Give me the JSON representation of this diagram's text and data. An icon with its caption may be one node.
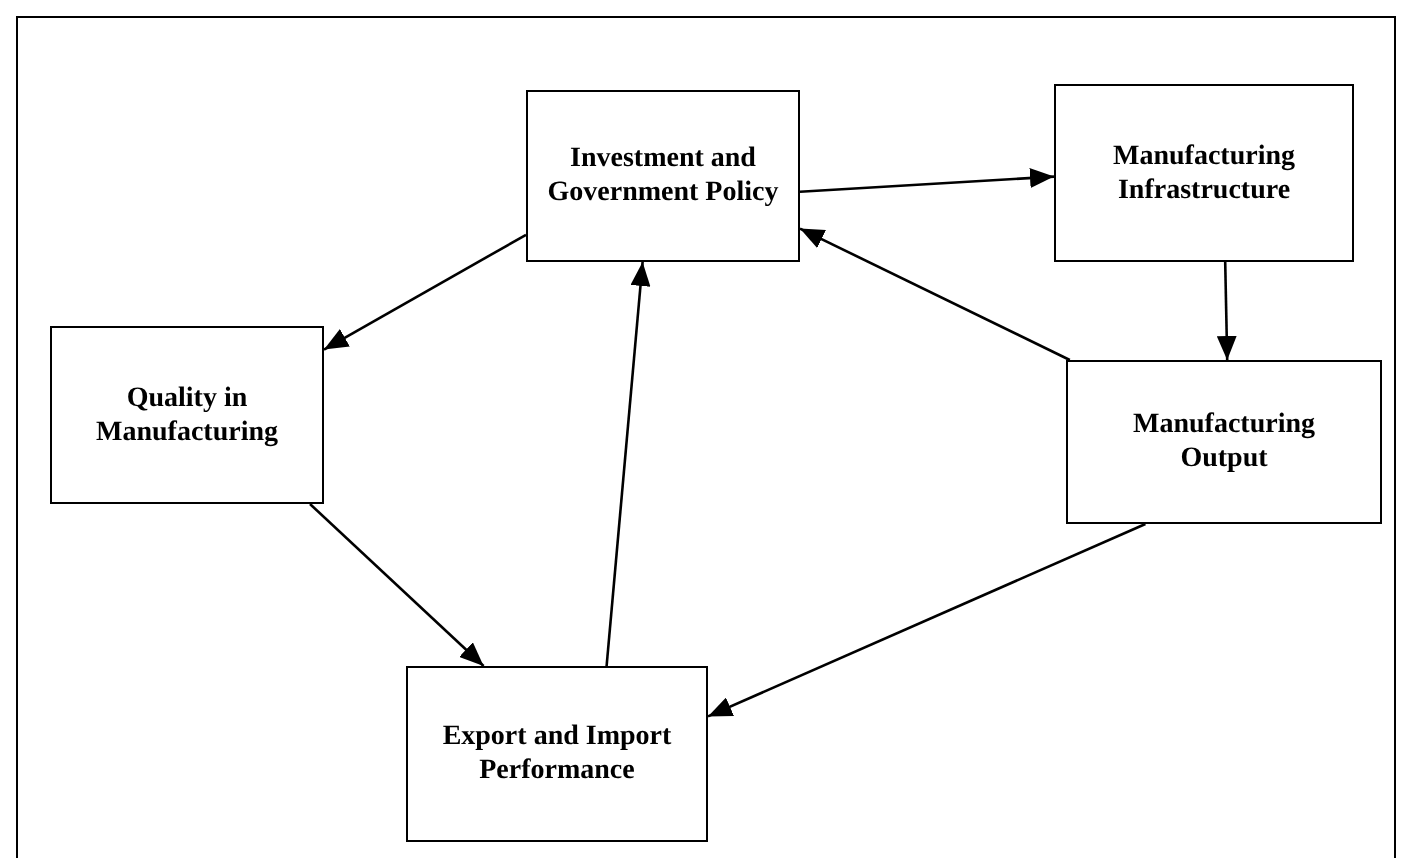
{
  "diagram": {
    "nodes": [
      {
        "text": [
          "Investment and Government Policy"
        ]
      },
      {
        "text": [
          "Manufacturing Infrastructure"
        ]
      },
      {
        "text": [
          "Quality in Manufacturing"
        ]
      },
      {
        "text": [
          "Manufacturing Output"
        ]
      },
      {
        "text": [
          "Export and Import Performance"
        ]
      }
    ],
    "edges": [
      {
        "from": 0,
        "to": 1,
        "arrow": "to"
      },
      {
        "from": 1,
        "to": 3,
        "arrow": "to"
      },
      {
        "from": 0,
        "to": 2,
        "arrow": "to"
      },
      {
        "from": 3,
        "to": 0,
        "arrow": "to"
      },
      {
        "from": 2,
        "to": 4,
        "arrow": "to"
      },
      {
        "from": 4,
        "to": 0,
        "arrow": "to"
      },
      {
        "from": 3,
        "to": 4,
        "arrow": "to"
      }
    ]
  }
}
